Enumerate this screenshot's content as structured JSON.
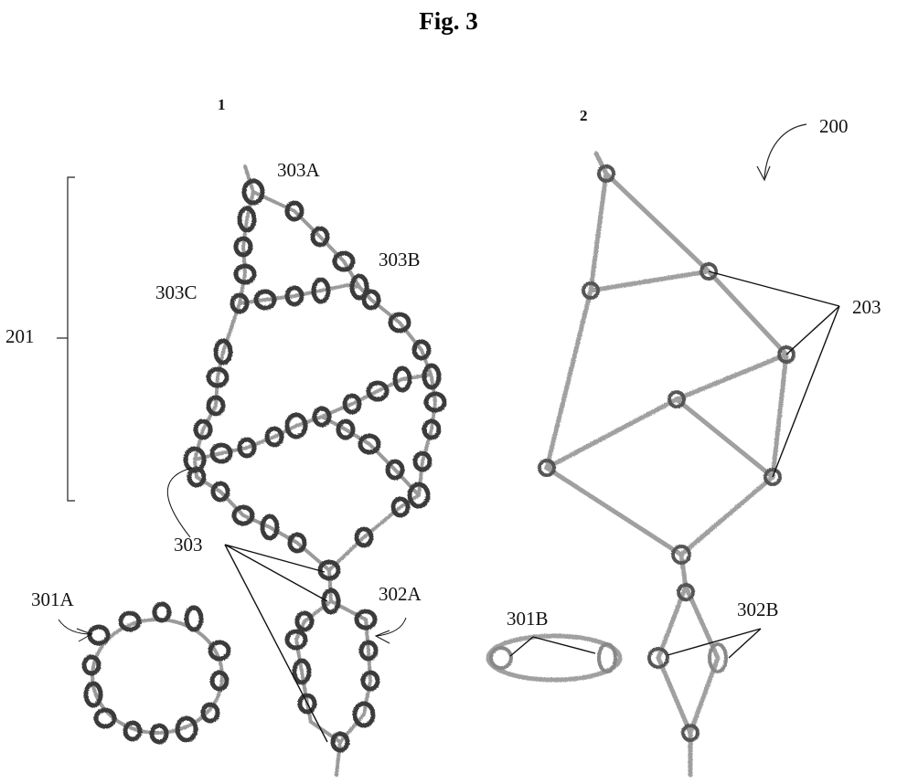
{
  "figure": {
    "title": "Fig. 3",
    "panels": [
      {
        "id": "panel-1",
        "number": "1"
      },
      {
        "id": "panel-2",
        "number": "2"
      }
    ]
  },
  "labels": {
    "l200": "200",
    "l201": "201",
    "l203": "203",
    "l303": "303",
    "l303A": "303A",
    "l303B": "303B",
    "l303C": "303C",
    "l301A": "301A",
    "l302A": "302A",
    "l301B": "301B",
    "l302B": "302B"
  },
  "colors": {
    "strand": "#9a9a9a",
    "bead": "#3a3a3a",
    "leader": "#111111"
  }
}
